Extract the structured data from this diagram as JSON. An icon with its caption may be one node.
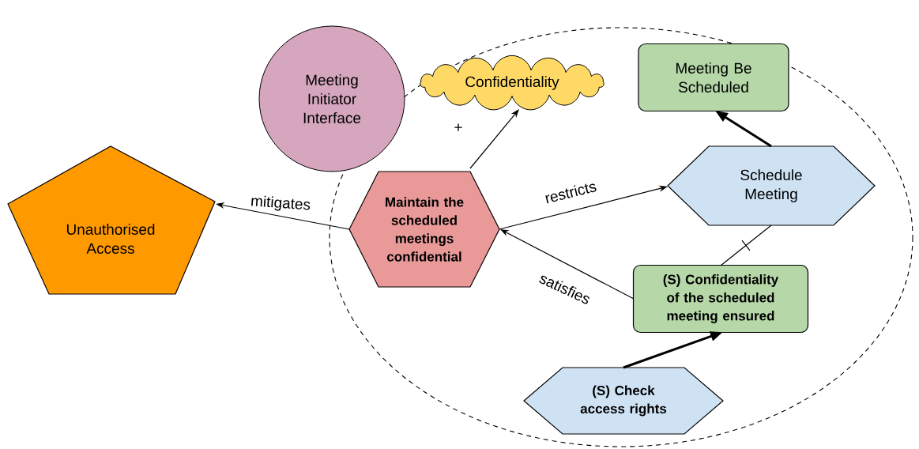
{
  "diagram": {
    "nodes": [
      {
        "text": [
          "Meeting Initiator Interface"
        ]
      },
      {
        "text": [
          "Confidentiality"
        ]
      },
      {
        "text": [
          "Meeting Be Scheduled"
        ]
      },
      {
        "text": [
          "Unauthorised Access"
        ]
      },
      {
        "text": [
          "Maintain the scheduled meetings confidential"
        ]
      },
      {
        "text": [
          "Schedule Meeting"
        ]
      },
      {
        "text": [
          "(S) Confidentiality of the scheduled meeting ensured"
        ]
      },
      {
        "text": [
          "(S) Check access rights"
        ]
      }
    ],
    "edges": [
      {
        "from": 4,
        "to": 1,
        "arrow": "to",
        "label": "+"
      },
      {
        "from": 4,
        "to": 3,
        "arrow": "to",
        "label": "mitigates"
      },
      {
        "from": 4,
        "to": 5,
        "arrow": "to",
        "label": "restricts"
      },
      {
        "from": 6,
        "to": 4,
        "arrow": "to",
        "label": "satisfies"
      },
      {
        "from": 5,
        "to": 2,
        "arrow": "to",
        "style": "thick"
      },
      {
        "from": 6,
        "to": 5,
        "arrow": "none"
      },
      {
        "from": 7,
        "to": 6,
        "arrow": "to",
        "style": "thick"
      }
    ]
  }
}
